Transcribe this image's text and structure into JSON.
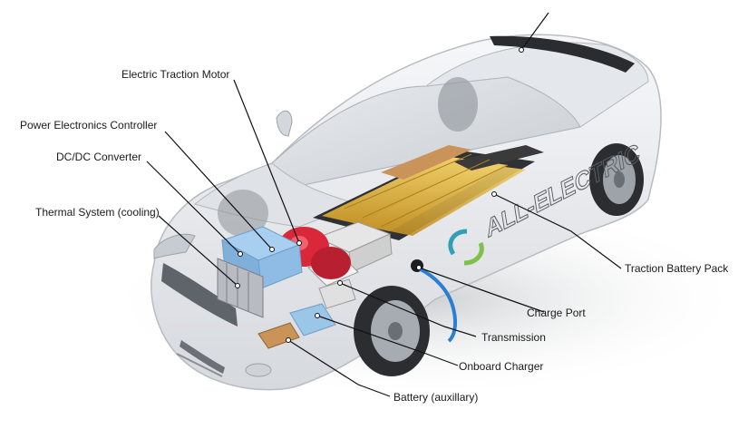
{
  "labels": {
    "motor": "Electric Traction Motor",
    "power_electronics": "Power Electronics Controller",
    "dcdc": "DC/DC Converter",
    "thermal": "Thermal System (cooling)",
    "battery_pack": "Traction Battery Pack",
    "charge_port": "Charge Port",
    "transmission": "Transmission",
    "onboard_charger": "Onboard Charger",
    "aux_battery": "Battery (auxillary)"
  },
  "door_badge": "ALL-ELECTRIC",
  "colors": {
    "body": "#eceef1",
    "glass": "#d9dde2",
    "battery_cells": "#d8a93a",
    "battery_dark": "#3a3a3a",
    "motor": "#d8283a",
    "cooling": "#9cc6e8",
    "aux_battery": "#c9935a",
    "cable": "#2a7fd0",
    "leader": "#111111"
  }
}
